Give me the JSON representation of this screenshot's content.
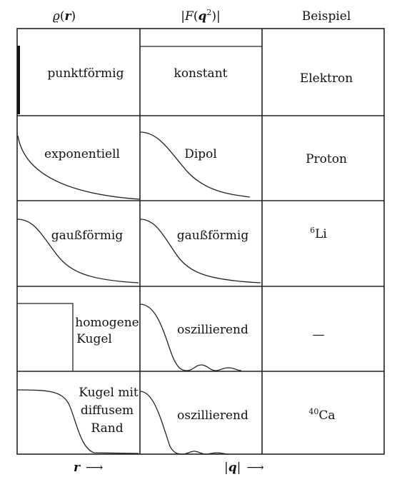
{
  "headers": {
    "rho": {
      "sym": "ϱ",
      "paren_open": "(",
      "var": "r",
      "paren_close": ")"
    },
    "formfactor": {
      "bar_l": "|",
      "F": "F",
      "open": "(",
      "q": "q",
      "sup": "2",
      "close": ")",
      "bar_r": "|"
    },
    "example": "Beispiel"
  },
  "rows": [
    {
      "density": [
        "punktförmig"
      ],
      "formfactor": "konstant",
      "example": {
        "sup": "",
        "text": "Elektron"
      }
    },
    {
      "density": [
        "exponentiell"
      ],
      "formfactor": "Dipol",
      "example": {
        "sup": "",
        "text": "Proton"
      }
    },
    {
      "density": [
        "gaußförmig"
      ],
      "formfactor": "gaußförmig",
      "example": {
        "sup": "6",
        "text": "Li"
      }
    },
    {
      "density": [
        "homogene",
        "Kugel"
      ],
      "formfactor": "oszillierend",
      "example": {
        "sup": "",
        "text": "—"
      }
    },
    {
      "density": [
        "Kugel mit",
        "diffusem",
        "Rand"
      ],
      "formfactor": "oszillierend",
      "example": {
        "sup": "40",
        "text": "Ca"
      }
    }
  ],
  "axes": {
    "left": {
      "var": "r",
      "arrow": "⟶"
    },
    "middle": {
      "bar_l": "|",
      "var": "q",
      "bar_r": "|",
      "arrow": "⟶"
    }
  }
}
